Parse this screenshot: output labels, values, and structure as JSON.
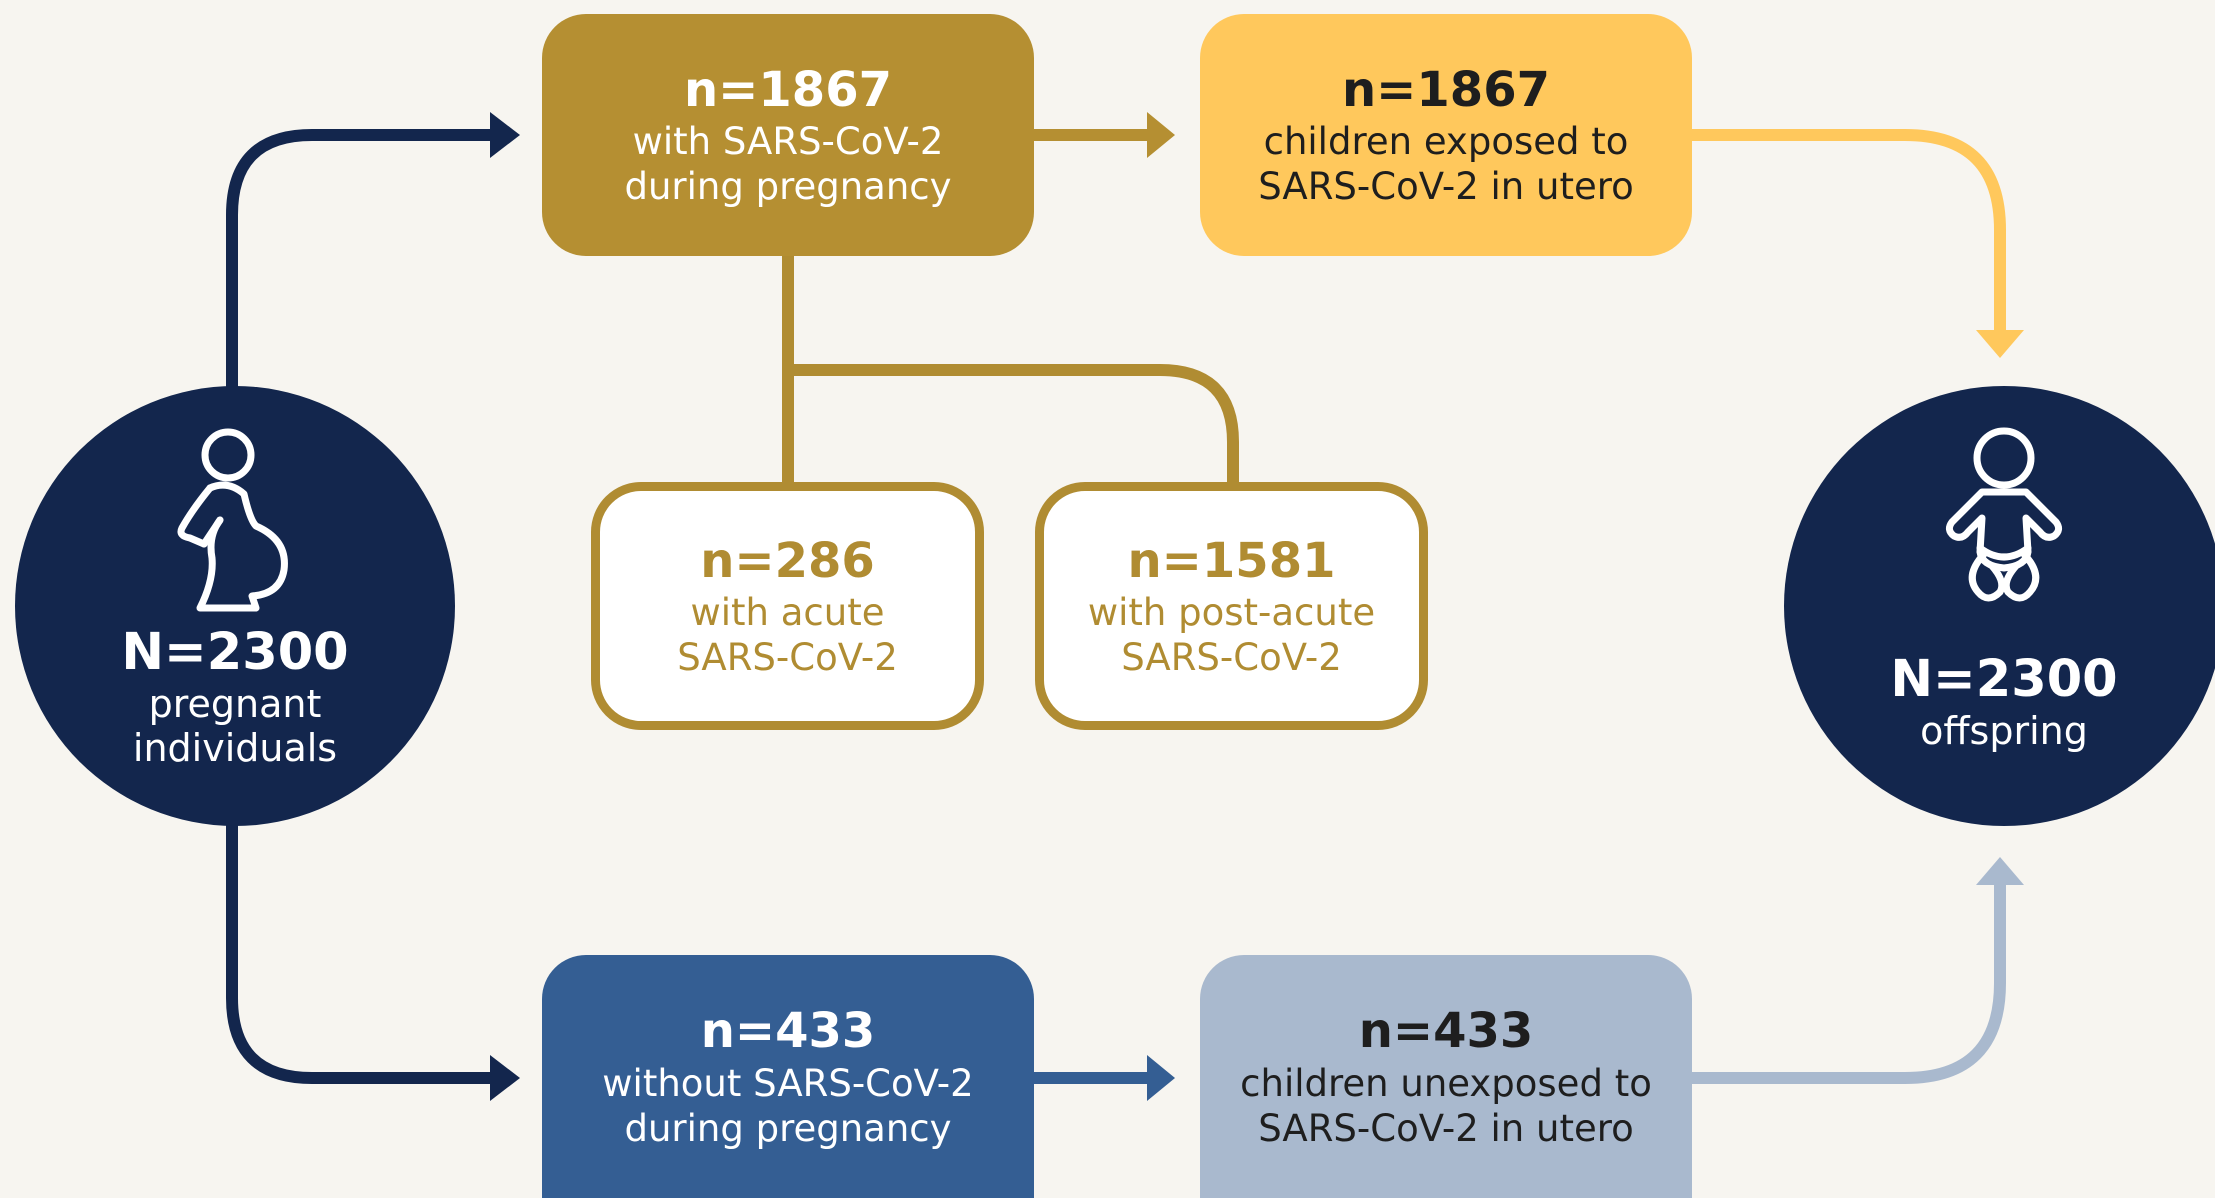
{
  "colors": {
    "background": "#f7f5f0",
    "navy": "#13264d",
    "gold": "#b58f32",
    "gold_outline": "#b08c32",
    "yellow": "#ffc85c",
    "blue": "#345e93",
    "light_blue": "#a9b9ce"
  },
  "icons": {
    "pregnant": "pregnant-person-icon",
    "baby": "baby-icon"
  },
  "nodes": {
    "pregnant": {
      "count": "N=2300",
      "line1": "pregnant",
      "line2": "individuals"
    },
    "infected": {
      "count": "n=1867",
      "line1": "with SARS-CoV-2",
      "line2": "during pregnancy"
    },
    "exposed": {
      "count": "n=1867",
      "line1": "children exposed to",
      "line2": "SARS-CoV-2 in utero"
    },
    "acute": {
      "count": "n=286",
      "line1": "with acute",
      "line2": "SARS-CoV-2"
    },
    "postacute": {
      "count": "n=1581",
      "line1": "with post-acute",
      "line2": "SARS-CoV-2"
    },
    "uninfected": {
      "count": "n=433",
      "line1": "without SARS-CoV-2",
      "line2": "during pregnancy"
    },
    "unexposed": {
      "count": "n=433",
      "line1": "children unexposed to",
      "line2": "SARS-CoV-2 in utero"
    },
    "offspring": {
      "count": "N=2300",
      "line1": "offspring"
    }
  }
}
